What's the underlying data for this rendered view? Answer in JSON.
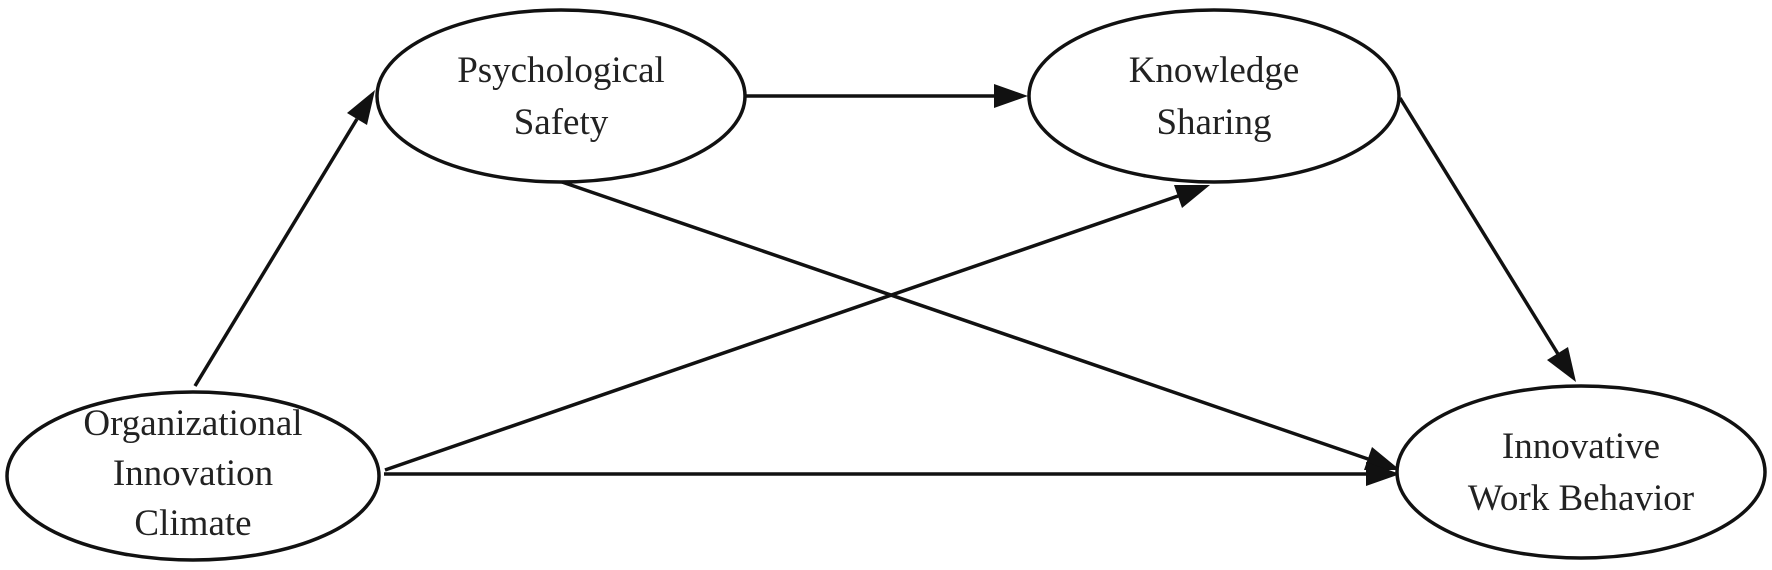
{
  "diagram": {
    "nodes": {
      "psychological_safety": {
        "line1": "Psychological",
        "line2": "Safety"
      },
      "knowledge_sharing": {
        "line1": "Knowledge",
        "line2": "Sharing"
      },
      "organizational_innovation_climate": {
        "line1": "Organizational",
        "line2": "Innovation",
        "line3": "Climate"
      },
      "innovative_work_behavior": {
        "line1": "Innovative",
        "line2": "Work Behavior"
      }
    },
    "edges": [
      {
        "from": "organizational_innovation_climate",
        "to": "psychological_safety"
      },
      {
        "from": "psychological_safety",
        "to": "knowledge_sharing"
      },
      {
        "from": "organizational_innovation_climate",
        "to": "knowledge_sharing"
      },
      {
        "from": "psychological_safety",
        "to": "innovative_work_behavior"
      },
      {
        "from": "knowledge_sharing",
        "to": "innovative_work_behavior"
      },
      {
        "from": "organizational_innovation_climate",
        "to": "innovative_work_behavior"
      }
    ],
    "colors": {
      "stroke": "#111111",
      "text": "#222222",
      "background": "#ffffff"
    }
  }
}
